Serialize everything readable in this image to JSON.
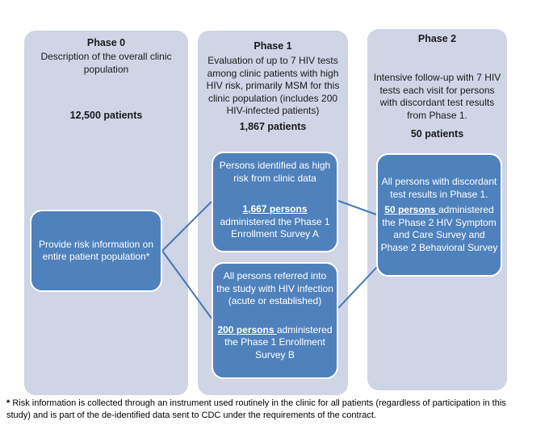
{
  "colors": {
    "column_background": "#cfd5e5",
    "box_fill": "#4f81bd",
    "box_border": "#ffffff",
    "connector": "#4576b5",
    "box_text": "#ffffff",
    "column_text": "#1a1a1a"
  },
  "columns": [
    {
      "id": "phase0",
      "title": "Phase 0",
      "description": "Description of the overall clinic population",
      "count": "12,500 patients",
      "box": {
        "text": "Provide risk information on entire patient population*"
      }
    },
    {
      "id": "phase1",
      "title": "Phase 1",
      "description": "Evaluation of up to 7 HIV tests among clinic patients with high HIV risk, primarily MSM for this clinic population (includes 200 HIV-infected patients)",
      "count": "1,867 patients",
      "boxes": [
        {
          "top_text": "Persons identified as high risk from clinic data",
          "strong": "1,667 persons",
          "rest": "administered the Phase 1 Enrollment Survey A"
        },
        {
          "top_text": "All persons referred into the study with HIV infection (acute or established)",
          "strong": "200 persons ",
          "rest": "administered the Phase 1 Enrollment Survey B"
        }
      ]
    },
    {
      "id": "phase2",
      "title": "Phase 2",
      "description": "Intensive follow-up with 7 HIV tests each visit for persons with discordant test results from Phase 1.",
      "count": "50 patients",
      "box": {
        "top_text": "All persons with discordant test results in Phase 1.",
        "strong": "50 persons ",
        "rest": "administered the Phase 2 HIV Symptom and Care Survey and Phase 2 Behavioral Survey"
      }
    }
  ],
  "footnote": {
    "star": "*",
    "line1": "Risk information is collected through an instrument used routinely in the clinic for all patients (regardless of participation in this",
    "line2": "study) and is part of the de-identified data sent to CDC under the requirements of the contract."
  }
}
